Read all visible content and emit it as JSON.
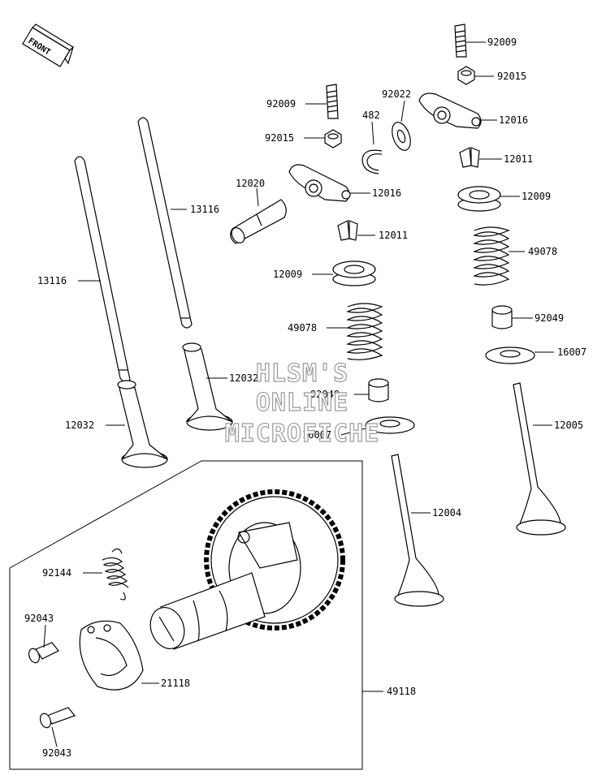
{
  "front_label": "FRONT",
  "watermark": [
    "HLSM'S",
    "ONLINE",
    "MICROFICHE"
  ],
  "callouts": {
    "c92009_a": "92009",
    "c92015_a": "92015",
    "c92022": "92022",
    "c12016_a": "12016",
    "c12011_a": "12011",
    "c12009_a": "12009",
    "c49078_a": "49078",
    "c92049_a": "92049",
    "c16007_a": "16007",
    "c12005": "12005",
    "c92009_b": "92009",
    "c482": "482",
    "c92015_b": "92015",
    "c12020": "12020",
    "c12016_b": "12016",
    "c13116_a": "13116",
    "c12011_b": "12011",
    "c12009_b": "12009",
    "c13116_b": "13116",
    "c49078_b": "49078",
    "c12032_a": "12032",
    "c92049_b": "92049",
    "c12032_b": "12032",
    "c16007_b": "16007",
    "c12004": "12004",
    "c92144": "92144",
    "c92043_a": "92043",
    "c21118": "21118",
    "c49118": "49118",
    "c92043_b": "92043"
  }
}
